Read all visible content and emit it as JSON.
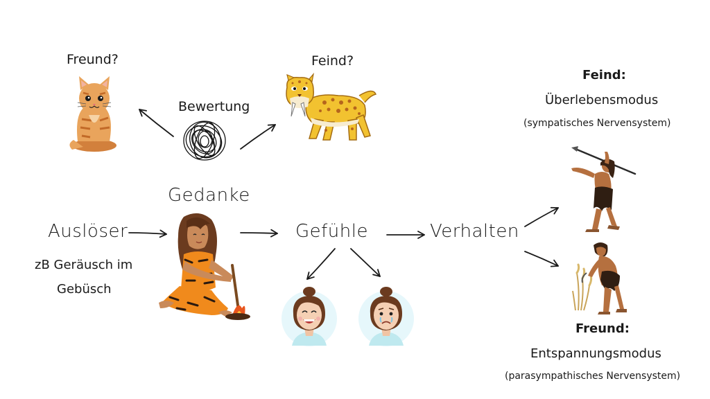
{
  "labels": {
    "friend_question": "Freund?",
    "enemy_question": "Feind?",
    "evaluation": "Bewertung",
    "thought": "Gedanke",
    "trigger": "Auslöser",
    "trigger_example_line1": "zB Geräusch im",
    "trigger_example_line2": "Gebüsch",
    "feelings": "Gefühle",
    "behavior": "Verhalten",
    "enemy_heading": "Feind:",
    "enemy_mode": "Überlebensmodus",
    "enemy_system": "(sympatisches Nervensystem)",
    "friend_heading": "Freund:",
    "friend_mode": "Entspannungsmodus",
    "friend_system": "(parasympathisches Nervensystem)"
  },
  "icons": {
    "cat": "cat-icon",
    "sabertooth": "sabertooth-tiger-icon",
    "scribble": "thought-scribble-icon",
    "cavewoman": "cavewoman-fire-icon",
    "happy_face": "happy-woman-icon",
    "sad_face": "sad-woman-icon",
    "hunter": "caveman-spear-icon",
    "gatherer": "caveman-gathering-icon"
  },
  "colors": {
    "text": "#1a1a1a",
    "tiger_orange": "#f08a1c",
    "skin": "#c98a5a",
    "hair": "#6b3b1f",
    "cat": "#e9a45c",
    "sabertooth": "#f2c230",
    "bubble": "#e6f7fb"
  }
}
